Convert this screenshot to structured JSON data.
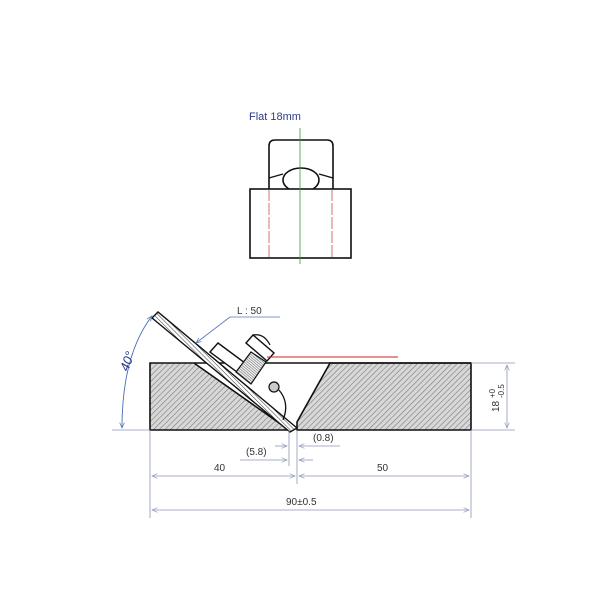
{
  "top_view": {
    "label": "Flat 18mm"
  },
  "side_view": {
    "callout_label": "L : 50",
    "angle_label": "40°",
    "dimensions": {
      "left_width": "40",
      "right_width": "50",
      "total_width": "90±0.5",
      "offset_left": "(5.8)",
      "offset_right": "(0.8)",
      "height_nominal": "18",
      "height_tol_upper": "+0",
      "height_tol_lower": "-0.5"
    }
  },
  "colors": {
    "line": "#111111",
    "dim_line": "#8a96b8",
    "center_line_green": "#3a9a3a",
    "hidden_line_red": "#c0392b",
    "reference_red": "#cc2222",
    "leader_blue": "#5577bb",
    "label_blue": "#2a3a8a"
  }
}
